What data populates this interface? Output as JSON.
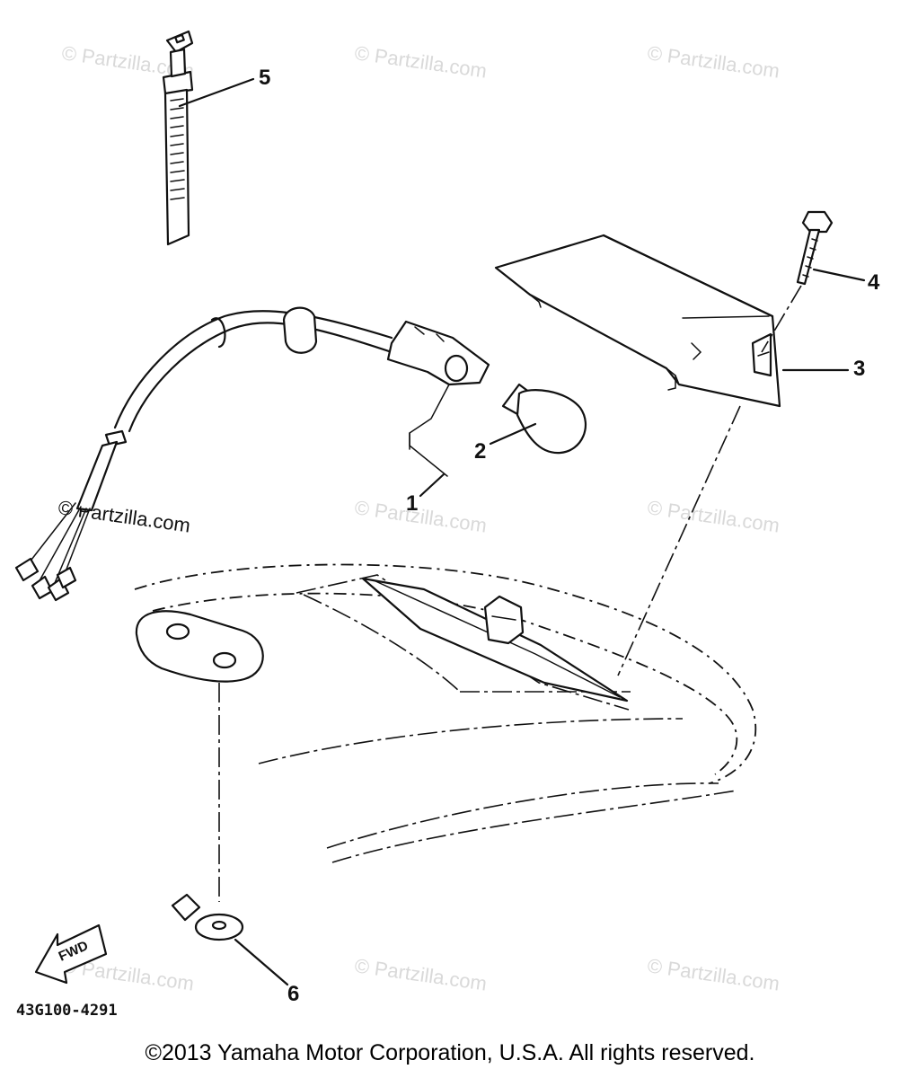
{
  "diagram": {
    "callouts": [
      "1",
      "2",
      "3",
      "4",
      "5",
      "6"
    ],
    "part_code": "43G100-4291",
    "fwd_label": "FWD",
    "watermark": "© Partzilla.com",
    "watermark_dark": "© Partzilla.com"
  },
  "footer": {
    "copyright": "©2013  Yamaha Motor Corporation, U.S.A. All rights reserved."
  }
}
